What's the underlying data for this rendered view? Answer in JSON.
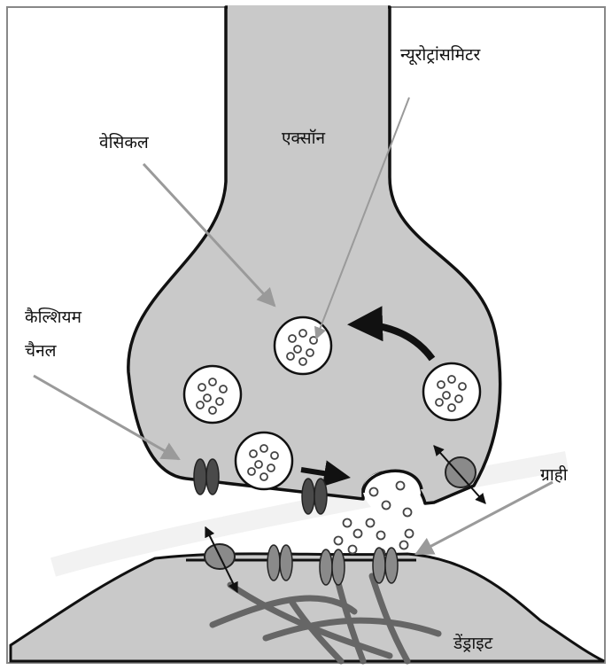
{
  "labels": {
    "axon": "एक्सॉन",
    "vesicle": "वेसिकल",
    "neurotransmitter": "न्यूरोट्रांसमिटर",
    "calcium_channel_line1": "कैल्शियम",
    "calcium_channel_line2": "चैनल",
    "receptor": "ग्राही",
    "dendrite": "डेंड्राइट"
  },
  "colors": {
    "cell_fill": "#c9c9c9",
    "outline": "#111111",
    "channel": "#4a4a4a",
    "receptor_fill": "#8a8a8a",
    "pointer": "#9a9a9a",
    "background": "#ffffff"
  }
}
